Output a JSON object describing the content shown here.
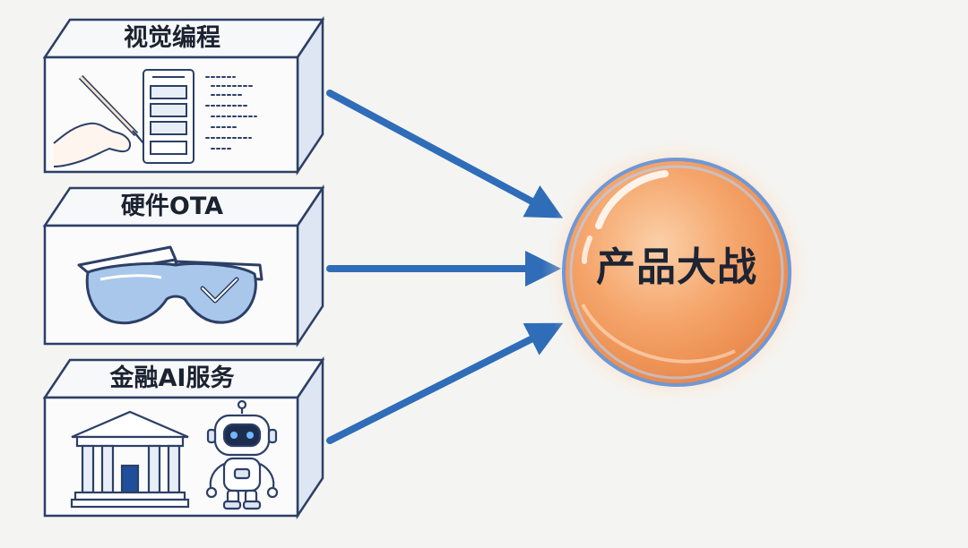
{
  "diagram": {
    "nodes": [
      {
        "id": "visual",
        "label": "视觉编程",
        "icon": "pencil-hand-and-screen-mockup-icon"
      },
      {
        "id": "ota",
        "label": "硬件OTA",
        "icon": "smart-glasses-checkmark-icon"
      },
      {
        "id": "finance",
        "label": "金融AI服务",
        "icon": "bank-building-and-robot-icon"
      }
    ],
    "target": {
      "label": "产品大战",
      "icon": "orange-glowing-sphere"
    },
    "edges": [
      {
        "from": "visual",
        "to": "target"
      },
      {
        "from": "ota",
        "to": "target"
      },
      {
        "from": "finance",
        "to": "target"
      }
    ]
  },
  "colors": {
    "arrow": "#2f6db8",
    "box_stroke": "#2c3f66",
    "box_side": "#dde6f2",
    "sphere_core": "#f19a5c",
    "sphere_glow": "#ffb77e",
    "sphere_rim": "#6e98d6"
  }
}
